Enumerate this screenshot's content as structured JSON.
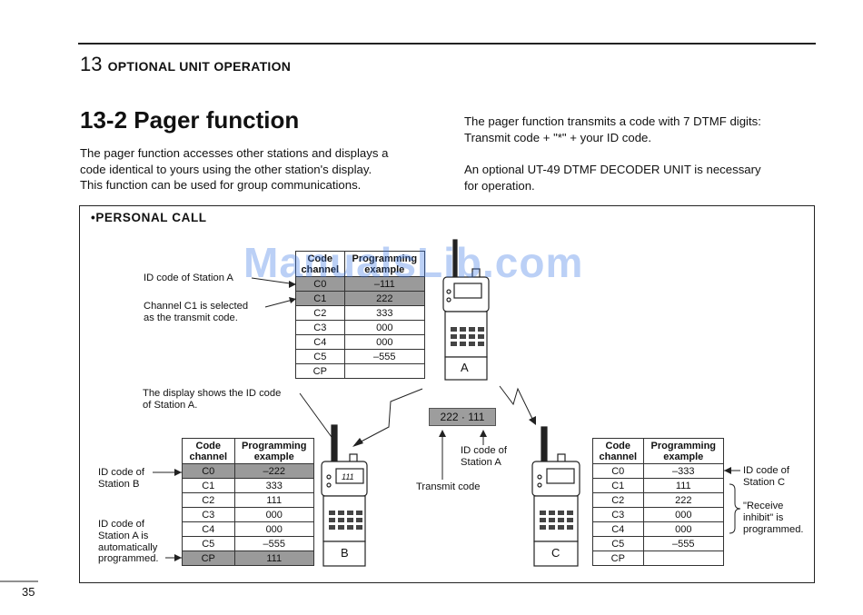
{
  "header": {
    "chapter_number": "13",
    "chapter_title": "OPTIONAL UNIT OPERATION"
  },
  "section": {
    "title": "13-2 Pager function"
  },
  "left_para": [
    "The pager function accesses other stations and displays a",
    "code identical to yours using the other station's display.",
    "This function can be used for group communications."
  ],
  "right_para_1": [
    "The pager function transmits a code with 7 DTMF digits:",
    "Transmit code + \"*\" + your ID code."
  ],
  "right_para_2": [
    "An optional UT-49 DTMF DECODER UNIT is necessary",
    "for operation."
  ],
  "diagram": {
    "title": "•PERSONAL CALL",
    "table_a": {
      "headers": [
        "Code channel",
        "Programming example"
      ],
      "rows": [
        [
          "C0",
          "–111"
        ],
        [
          "C1",
          "222"
        ],
        [
          "C2",
          "333"
        ],
        [
          "C3",
          "000"
        ],
        [
          "C4",
          "000"
        ],
        [
          "C5",
          "–555"
        ],
        [
          "CP",
          ""
        ]
      ]
    },
    "table_b": {
      "headers": [
        "Code channel",
        "Programming example"
      ],
      "rows": [
        [
          "C0",
          "–222"
        ],
        [
          "C1",
          "333"
        ],
        [
          "C2",
          "111"
        ],
        [
          "C3",
          "000"
        ],
        [
          "C4",
          "000"
        ],
        [
          "C5",
          "–555"
        ],
        [
          "CP",
          "111"
        ]
      ]
    },
    "table_c": {
      "headers": [
        "Code channel",
        "Programming example"
      ],
      "rows": [
        [
          "C0",
          "–333"
        ],
        [
          "C1",
          "111"
        ],
        [
          "C2",
          "222"
        ],
        [
          "C3",
          "000"
        ],
        [
          "C4",
          "000"
        ],
        [
          "C5",
          "–555"
        ],
        [
          "CP",
          ""
        ]
      ]
    },
    "labels": {
      "id_station_a": "ID code of Station A",
      "channel_c1": "Channel C1 is selected",
      "transmit_code_note": "as the transmit code.",
      "display_shows_1": "The display shows the ID code",
      "display_shows_2": "of Station A.",
      "id_station_b_1": "ID code of",
      "id_station_b_2": "Station B",
      "auto_1": "ID code of",
      "auto_2": "Station A is",
      "auto_3": "automatically",
      "auto_4": "programmed.",
      "code_display": "222 · 111",
      "id_code_of": "ID code of",
      "station_a": "Station A",
      "transmit_code": "Transmit code",
      "id_station_c_1": "ID code of",
      "id_station_c_2": "Station C",
      "inhibit_1": "\"Receive",
      "inhibit_2": "inhibit\" is",
      "inhibit_3": "programmed.",
      "radio_a": "A",
      "radio_b": "B",
      "radio_c": "C",
      "radio_b_display": "111"
    }
  },
  "watermark": "ManualsLib.com",
  "page_number": "35"
}
